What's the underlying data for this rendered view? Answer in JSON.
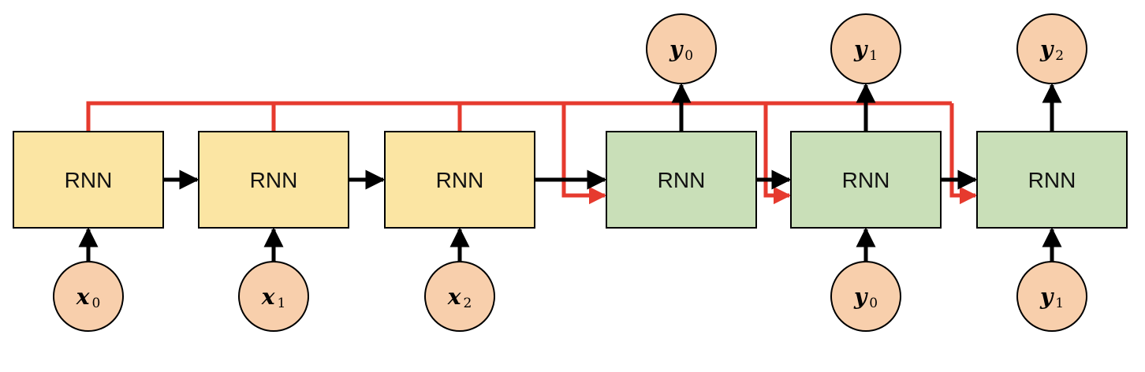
{
  "colors": {
    "encoder_fill": "#fbe5a3",
    "decoder_fill": "#c9dfb8",
    "token_fill": "#f8cfac",
    "outline": "#000000",
    "arrow": "#000000",
    "context_line": "#e63a2e"
  },
  "encoder": {
    "cells": [
      {
        "label": "RNN"
      },
      {
        "label": "RNN"
      },
      {
        "label": "RNN"
      }
    ],
    "inputs": [
      {
        "var": "x",
        "sub": "0"
      },
      {
        "var": "x",
        "sub": "1"
      },
      {
        "var": "x",
        "sub": "2"
      }
    ]
  },
  "decoder": {
    "cells": [
      {
        "label": "RNN"
      },
      {
        "label": "RNN"
      },
      {
        "label": "RNN"
      }
    ],
    "inputs": [
      null,
      {
        "var": "y",
        "sub": "0"
      },
      {
        "var": "y",
        "sub": "1"
      }
    ],
    "outputs": [
      {
        "var": "y",
        "sub": "0"
      },
      {
        "var": "y",
        "sub": "1"
      },
      {
        "var": "y",
        "sub": "2"
      }
    ]
  }
}
